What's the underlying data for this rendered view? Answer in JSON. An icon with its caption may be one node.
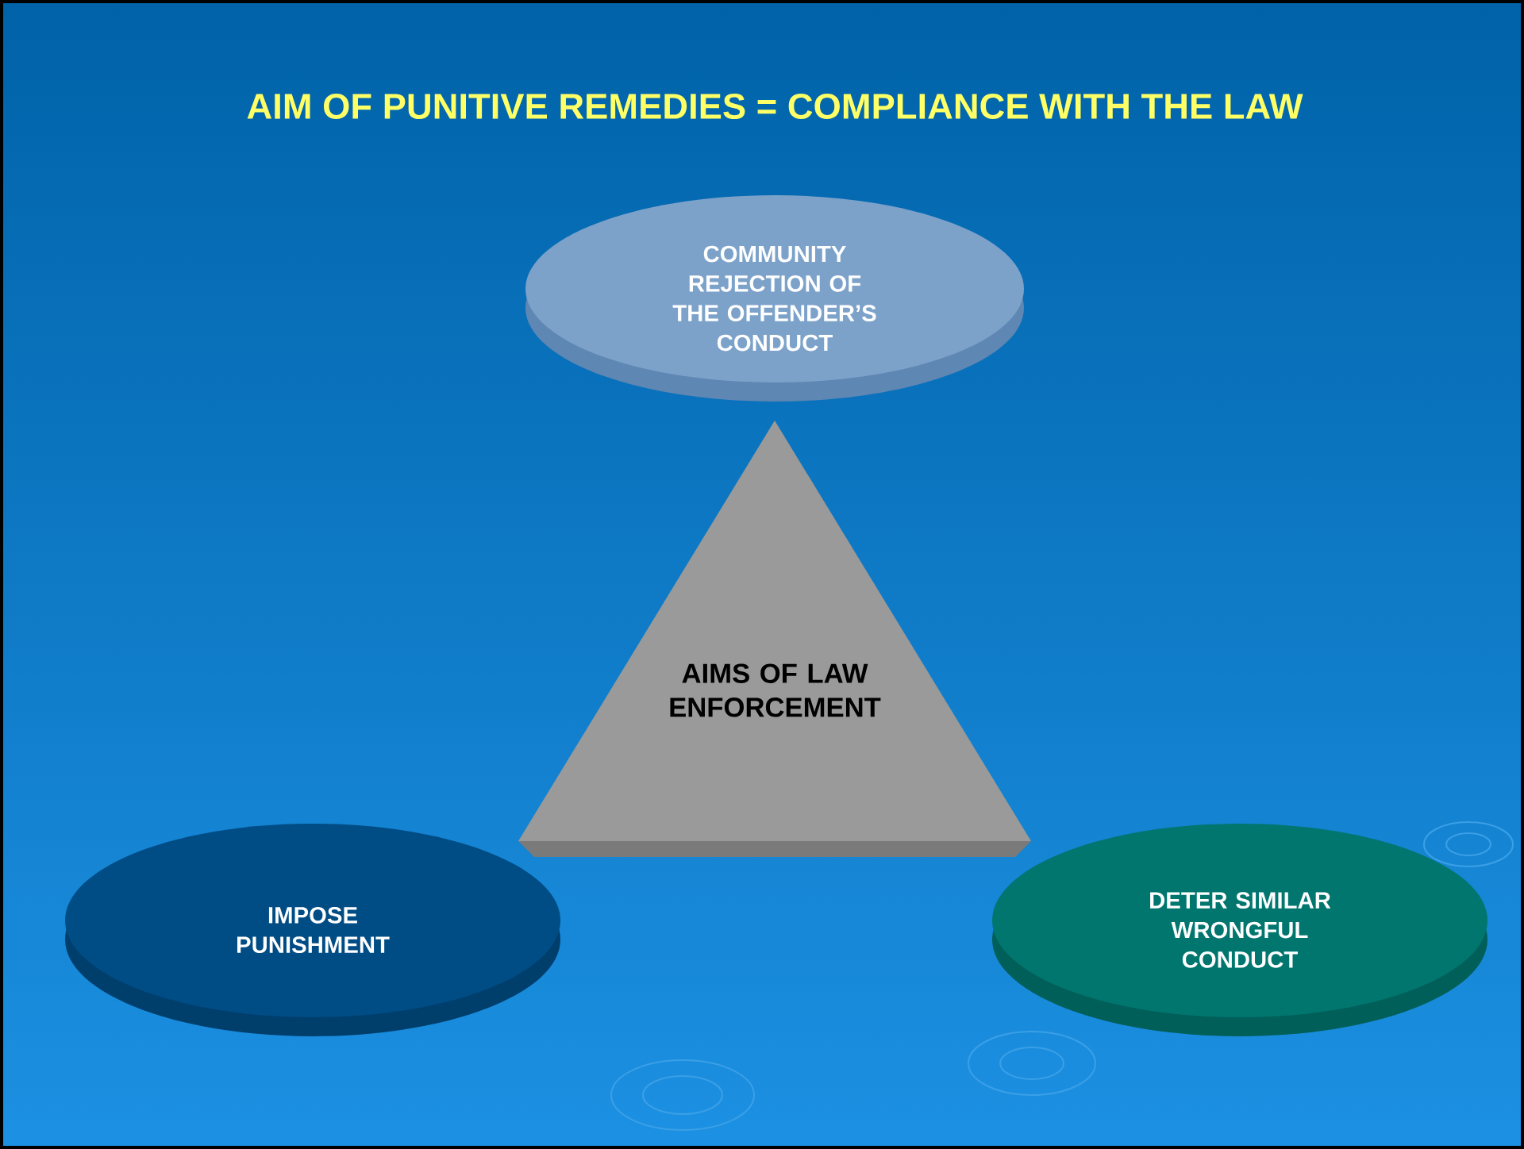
{
  "diagram": {
    "title": "AIM OF PUNITIVE REMEDIES = COMPLIANCE WITH THE LAW",
    "nodes": [
      {
        "text": [
          "COMMUNITY REJECTION OF THE OFFENDER’S CONDUCT"
        ]
      },
      {
        "text": [
          "AIMS OF LAW ENFORCEMENT"
        ]
      },
      {
        "text": [
          "IMPOSE PUNISHMENT"
        ]
      },
      {
        "text": [
          "DETER SIMILAR WRONGFUL CONDUCT"
        ]
      }
    ]
  }
}
